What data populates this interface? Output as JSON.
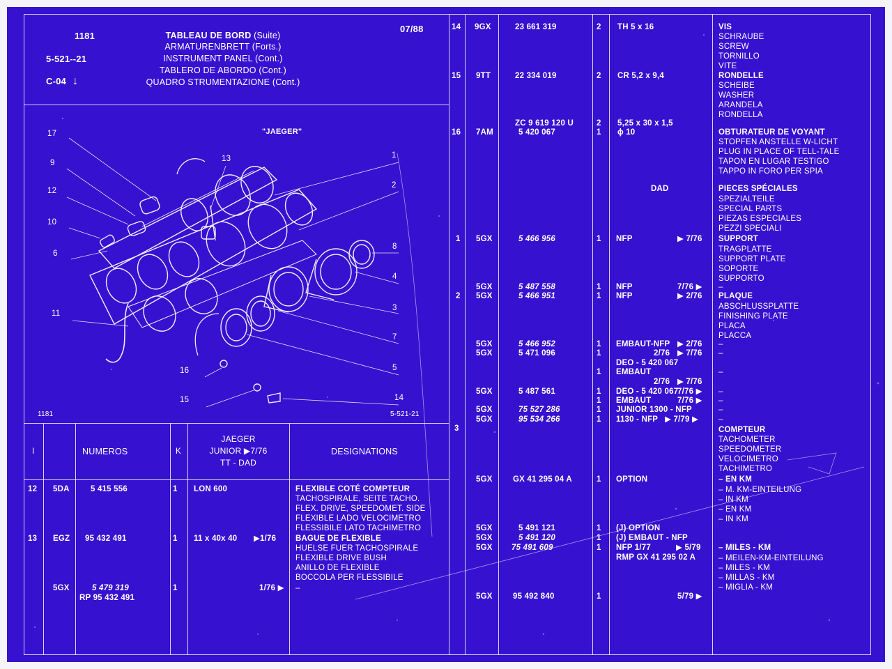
{
  "header": {
    "code_1181": "1181",
    "code_5521": "5-521--21",
    "code_c04": "C-04",
    "c04_arrow": "↓",
    "date": "07/88",
    "title_lines": [
      {
        "main": "TABLEAU DE BORD",
        "suffix": " (Suite)"
      },
      {
        "main": "ARMATURENBRETT",
        "suffix": " (Forts.)"
      },
      {
        "main": "INSTRUMENT PANEL",
        "suffix": " (Cont.)"
      },
      {
        "main": "TABLERO DE ABORDO",
        "suffix": " (Cont.)"
      },
      {
        "main": "QUADRO  STRUMENTAZIONE",
        "suffix": " (Cont.)"
      }
    ]
  },
  "diagram": {
    "brand": "\"JAEGER\"",
    "footer_left": "1181",
    "footer_right": "5-521-21",
    "callouts": [
      "17",
      "9",
      "12",
      "10",
      "6",
      "11",
      "13",
      "1",
      "2",
      "8",
      "4",
      "3",
      "7",
      "5",
      "16",
      "15",
      "14"
    ]
  },
  "table_header": {
    "col_i": "I",
    "col_numeros": "NUMEROS",
    "col_k": "K",
    "col_model": [
      "JAEGER",
      "JUNIOR ▶7/76",
      "TT - DAD"
    ],
    "col_designations": "DESIGNATIONS"
  },
  "left_rows": [
    {
      "idx": "12",
      "code": "5DA",
      "num": "5 415 556",
      "k": "1",
      "qual": "LON 600",
      "date": "",
      "desc": [
        {
          "t": "FLEXIBLE COTÉ COMPTEUR",
          "b": true
        },
        {
          "t": "TACHOSPIRALE, SEITE TACHO."
        },
        {
          "t": "FLEX. DRIVE, SPEEDOMET. SIDE"
        },
        {
          "t": "FLEXIBLE LADO VELOCIMETRO"
        },
        {
          "t": "FLESSIBILE LATO TACHIMETRO"
        }
      ]
    },
    {
      "idx": "13",
      "code": "EGZ",
      "num": "95 432 491",
      "k": "1",
      "qual": "11 x 40x  40",
      "date": "▶1/76",
      "desc": [
        {
          "t": "BAGUE DE FLEXIBLE",
          "b": true
        },
        {
          "t": "HUELSE FUER TACHOSPIRALE"
        },
        {
          "t": "FLEXIBLE DRIVE BUSH"
        },
        {
          "t": "ANILLO DE FLEXIBLE"
        },
        {
          "t": "BOCCOLA PER FLESSIBILE"
        }
      ]
    },
    {
      "idx": "",
      "code": "5GX",
      "num": "5 479 319",
      "num2": "RP 95 432 491",
      "k": "1",
      "qual": "",
      "date": "1/76 ▶",
      "desc": [
        {
          "t": "–"
        }
      ]
    }
  ],
  "right_rows": [
    {
      "idx": "14",
      "code": "9GX",
      "num": "23  661  319",
      "k": "2",
      "qual": "TH 5 x 16",
      "date": "",
      "desc": [
        {
          "t": "VIS",
          "b": true
        },
        {
          "t": "SCHRAUBE"
        },
        {
          "t": "SCREW"
        },
        {
          "t": "TORNILLO"
        },
        {
          "t": "VITE"
        }
      ]
    },
    {
      "idx": "15",
      "code": "9TT",
      "num": "22  334  019",
      "k": "2",
      "qual": "CR 5,2 x 9,4",
      "date": "",
      "desc": [
        {
          "t": "RONDELLE",
          "b": true
        },
        {
          "t": "SCHEIBE"
        },
        {
          "t": "WASHER"
        },
        {
          "t": "ARANDELA"
        },
        {
          "t": "RONDELLA"
        }
      ]
    },
    {
      "idx": "16",
      "code": "7AM",
      "num": "5  420  067",
      "num_pre": "ZC  9  619  120  U",
      "k": "2",
      "k2": "1",
      "qual": "5,25 x 30 x 1,5",
      "qual2": "ϕ  10",
      "date": "",
      "desc": [
        {
          "t": "OBTURATEUR DE VOYANT",
          "b": true
        },
        {
          "t": "STOPFEN ANSTELLE W-LICHT"
        },
        {
          "t": "PLUG IN PLACE OF TELL-TALE"
        },
        {
          "t": "TAPON EN LUGAR TESTIGO"
        },
        {
          "t": "TAPPO IN FORO PER SPIA"
        }
      ]
    },
    {
      "idx": "",
      "code": "",
      "num": "",
      "k": "",
      "qual": "DAD",
      "date": "",
      "desc": [
        {
          "t": "PIECES SPÉCIALES",
          "b": true
        },
        {
          "t": "SPEZIALTEILE"
        },
        {
          "t": "SPECIAL PARTS"
        },
        {
          "t": "PIEZAS ESPECIALES"
        },
        {
          "t": "PEZZI SPECIALI"
        }
      ]
    },
    {
      "idx": "1",
      "code": "5GX",
      "num": "5  466  956",
      "k": "1",
      "qual": "NFP",
      "date": "▶ 7/76",
      "desc": [
        {
          "t": "SUPPORT",
          "b": true
        },
        {
          "t": "TRAGPLATTE"
        },
        {
          "t": "SUPPORT PLATE"
        },
        {
          "t": "SOPORTE"
        },
        {
          "t": "SUPPORTO"
        }
      ]
    }
  ],
  "right_misc": [
    {
      "code": "5GX",
      "num": "5  487  558",
      "k": "1",
      "qual": "NFP",
      "date": "7/76 ▶",
      "desc": "–"
    },
    {
      "idx": "2",
      "code": "5GX",
      "num": "5  466  951",
      "k": "1",
      "qual": "NFP",
      "date": "▶ 2/76",
      "desc_list": [
        {
          "t": "PLAQUE",
          "b": true
        },
        {
          "t": "ABSCHLUSSPLATTE"
        },
        {
          "t": "FINISHING PLATE"
        },
        {
          "t": "PLACA"
        },
        {
          "t": "PLACCA"
        }
      ]
    },
    {
      "code": "5GX",
      "num": "5  466  952",
      "k": "1",
      "qual": "EMBAUT-NFP",
      "date": "▶ 2/76",
      "desc": "–"
    },
    {
      "code": "5GX",
      "num": "5  471  096",
      "k": "1",
      "qual": "2/76",
      "date": "▶ 7/76",
      "desc": "–"
    },
    {
      "code": "",
      "num": "",
      "k": "",
      "qual": "DEO - 5 420 067",
      "date": "",
      "desc": ""
    },
    {
      "code": "",
      "num": "",
      "k": "1",
      "qual": "EMBAUT",
      "date": "",
      "desc": "–"
    },
    {
      "code": "",
      "num": "",
      "k": "",
      "qual": "2/76",
      "date": "▶ 7/76",
      "desc": ""
    },
    {
      "code": "5GX",
      "num": "5  487  561",
      "k": "1",
      "qual": "DEO - 5 420 067",
      "date": "7/76 ▶",
      "desc": "–"
    },
    {
      "code": "",
      "num": "",
      "k": "1",
      "qual": "EMBAUT",
      "date": "7/76 ▶",
      "desc": "–"
    },
    {
      "code": "5GX",
      "num": "75  527  286",
      "k": "1",
      "qual": "JUNIOR 1300 - NFP",
      "date": "",
      "desc": "–"
    },
    {
      "code": "5GX",
      "num": "95  534  266",
      "k": "1",
      "qual": "1130 - NFP",
      "date": "▶ 7/79 ▶",
      "desc": "–"
    }
  ],
  "section3": {
    "idx": "3",
    "desc": [
      {
        "t": "COMPTEUR",
        "b": true
      },
      {
        "t": "TACHOMETER"
      },
      {
        "t": "SPEEDOMETER"
      },
      {
        "t": "VELOCIMETRO"
      },
      {
        "t": "TACHIMETRO"
      }
    ],
    "rows": [
      {
        "code": "5GX",
        "num": "GX  41  295  04  A",
        "k": "1",
        "qual": "OPTION",
        "date": "",
        "desc": [
          {
            "t": "– EN KM",
            "b": true
          },
          {
            "t": "– M. KM-EINTEILUNG"
          },
          {
            "t": "– IN KM"
          },
          {
            "t": "– EN KM"
          },
          {
            "t": "– IN KM"
          }
        ]
      },
      {
        "code": "5GX",
        "num": "5  491  121",
        "k": "1",
        "qual": "(J) OPTION",
        "date": ""
      },
      {
        "code": "5GX",
        "num": "5  491  120",
        "k": "1",
        "qual": "(J) EMBAUT - NFP",
        "date": ""
      },
      {
        "code": "5GX",
        "num": "75  491  609",
        "k": "1",
        "qual": "NFP       1/77",
        "date": "▶ 5/79",
        "desc_b": "– MILES - KM"
      },
      {
        "code": "",
        "num": "",
        "k": "",
        "qual": "RMP  GX  41  295  02  A",
        "date": ""
      },
      {
        "code": "5GX",
        "num": "95  492  840",
        "k": "1",
        "qual": "",
        "date": "5/79 ▶"
      }
    ],
    "miles_desc": [
      {
        "t": "– MILES - KM",
        "b": true
      },
      {
        "t": "– MEILEN-KM-EINTEILUNG"
      },
      {
        "t": "– MILES - KM"
      },
      {
        "t": "– MILLAS - KM"
      },
      {
        "t": "– MIGLIA - KM"
      }
    ]
  }
}
